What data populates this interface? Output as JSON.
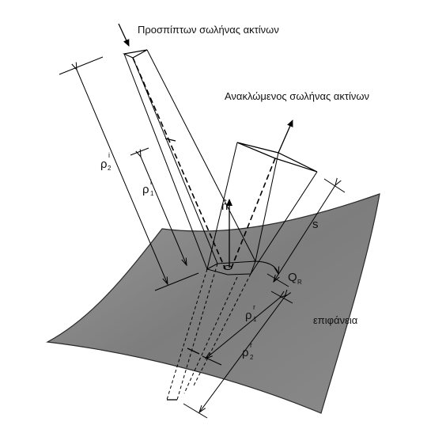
{
  "diagram": {
    "labels": {
      "incident_tube": "Προσπίπτων σωλήνας ακτίνων",
      "reflected_tube": "Ανακλώμενος σωλήνας ακτίνων",
      "surface": "επιφάνεια",
      "normal_symbol": "n̂",
      "s_symbol": "s",
      "q_symbol": "Q",
      "q_subscript": "R",
      "rho_symbol": "ρ",
      "rho2i_sub": "2",
      "rho2i_sup": "i",
      "rho1i_sub": "1",
      "rho1i_sup": "i",
      "rho1r_sub": "1",
      "rho1r_sup": "r",
      "rho2r_sub": "2",
      "rho2r_sup": "r"
    },
    "colors": {
      "surface_fill": "#8f8f8f",
      "surface_edge": "#2a2a2a",
      "line": "#000000",
      "background": "#ffffff"
    }
  }
}
